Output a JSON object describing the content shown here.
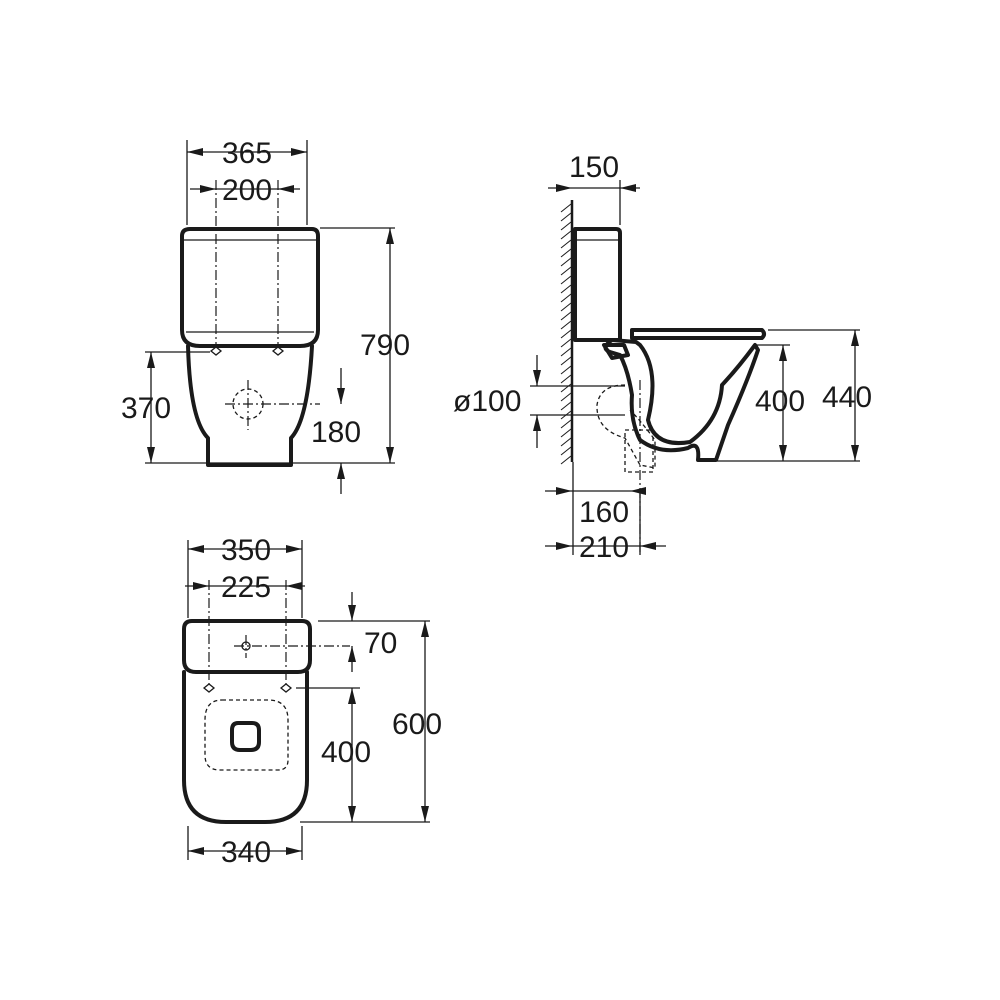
{
  "front_view": {
    "overall_width": "365",
    "fixing_width": "200",
    "overall_height": "790",
    "outlet_height": "370",
    "inlet_height": "180"
  },
  "side_view": {
    "cistern_depth": "150",
    "outlet_diameter": "ø100",
    "seat_height": "400",
    "overall_height": "440",
    "outlet_to_wall_min": "160",
    "outlet_to_wall_max": "210"
  },
  "plan_view": {
    "overall_width": "350",
    "fixing_width": "225",
    "fixing_offset": "70",
    "fixing_to_front": "400",
    "overall_depth": "600",
    "bowl_width": "340"
  }
}
